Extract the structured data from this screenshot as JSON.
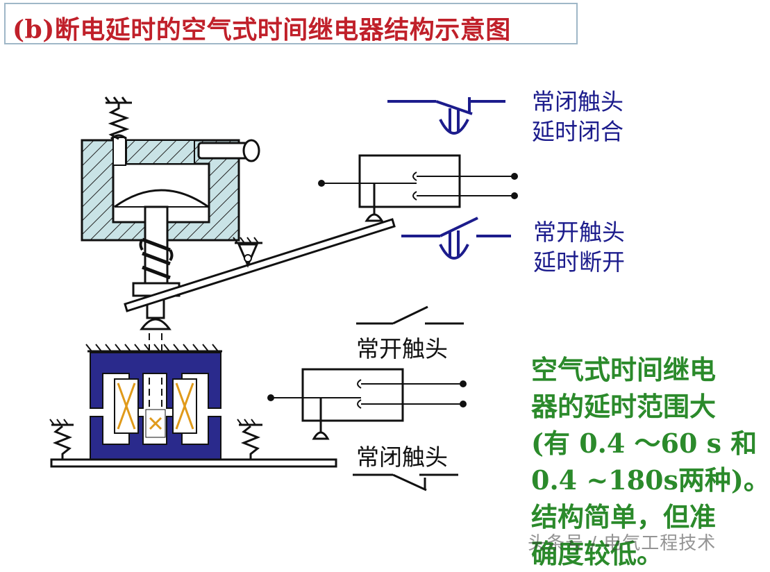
{
  "title": "(b)断电延时的空气式时间继电器结构示意图",
  "labels": {
    "nc_delay_close_1": "常闭触头",
    "nc_delay_close_2": "延时闭合",
    "no_delay_open_1": "常开触头",
    "no_delay_open_2": "延时断开",
    "no_instant": "常开触头",
    "nc_instant": "常闭触头"
  },
  "description": [
    "空气式时间继电",
    "器的延时范围大",
    "(有 0.4 ～60 s 和",
    "0.4 ~180s两种)。",
    "结构简单，但准",
    "确度较低。"
  ],
  "watermark": "头条号 / 电气工程技术",
  "colors": {
    "title": "#c0202a",
    "label_blue": "#1c1c8c",
    "description_green": "#2b8a2b",
    "coil_core": "#2a2a8c",
    "hatch_fill": "#c9e3e6",
    "coil_winding": "#e09a1a"
  }
}
